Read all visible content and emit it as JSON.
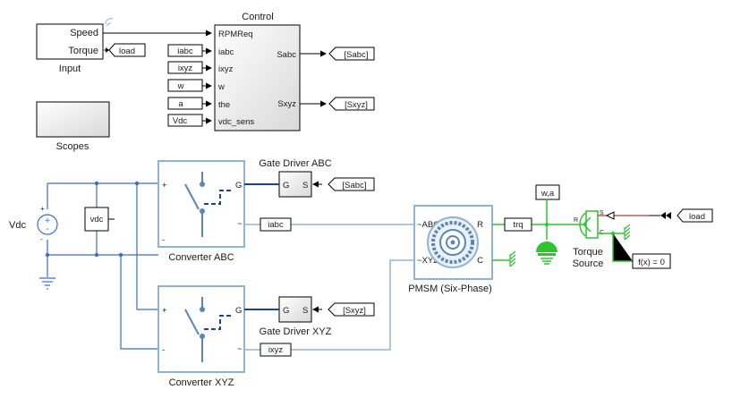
{
  "blocks": {
    "input": {
      "label": "Input",
      "ports": [
        "Speed",
        "Torque"
      ]
    },
    "control": {
      "label": "Control",
      "inputs": [
        "RPMReq",
        "iabc",
        "ixyz",
        "w",
        "the",
        "vdc_sens"
      ],
      "outputs": [
        "Sabc",
        "Sxyz"
      ]
    },
    "scopes": {
      "label": "Scopes"
    },
    "vdc_source": {
      "label": "Vdc",
      "plus": "+",
      "minus": "-"
    },
    "vdc_sensor": {
      "label": "vdc"
    },
    "converter_abc": {
      "label": "Converter ABC",
      "plus": "+",
      "minus": "-",
      "gate": "G",
      "ac": "~"
    },
    "converter_xyz": {
      "label": "Converter XYZ",
      "plus": "+",
      "minus": "-",
      "gate": "G",
      "ac": "~"
    },
    "gate_driver_abc": {
      "label": "Gate Driver ABC",
      "g": "G",
      "s": "S"
    },
    "gate_driver_xyz": {
      "label": "Gate Driver XYZ",
      "g": "G",
      "s": "S"
    },
    "pmsm": {
      "label": "PMSM (Six-Phase)",
      "port_abc": "~ABC",
      "port_xyz": "~XYZ",
      "port_r": "R",
      "port_c": "C"
    },
    "torque_source": {
      "label_line1": "Torque",
      "label_line2": "Source",
      "s": "S",
      "r": "R",
      "c": "C"
    },
    "sensor_wa": {
      "label": "w,a"
    },
    "solver": {
      "label": "f(x) = 0"
    }
  },
  "tags": {
    "from_load_top": "load",
    "from_iabc": "iabc",
    "from_ixyz": "ixyz",
    "from_w": "w",
    "from_a": "a",
    "from_vdc": "Vdc",
    "goto_sabc": "[Sabc]",
    "goto_sxyz": "[Sxyz]",
    "from_sabc": "[Sabc]",
    "from_sxyz": "[Sxyz]",
    "goto_vdc": "vdc",
    "goto_iabc": "iabc",
    "goto_ixyz": "ixyz",
    "goto_trq": "trq",
    "from_load_bottom": "load"
  },
  "colors": {
    "electrical": "#3b6fc2",
    "electrical_light": "#8fb4d3",
    "mechanical": "#2ec42e",
    "physical_signal": "#b33a3a",
    "block_border": "#000000"
  }
}
